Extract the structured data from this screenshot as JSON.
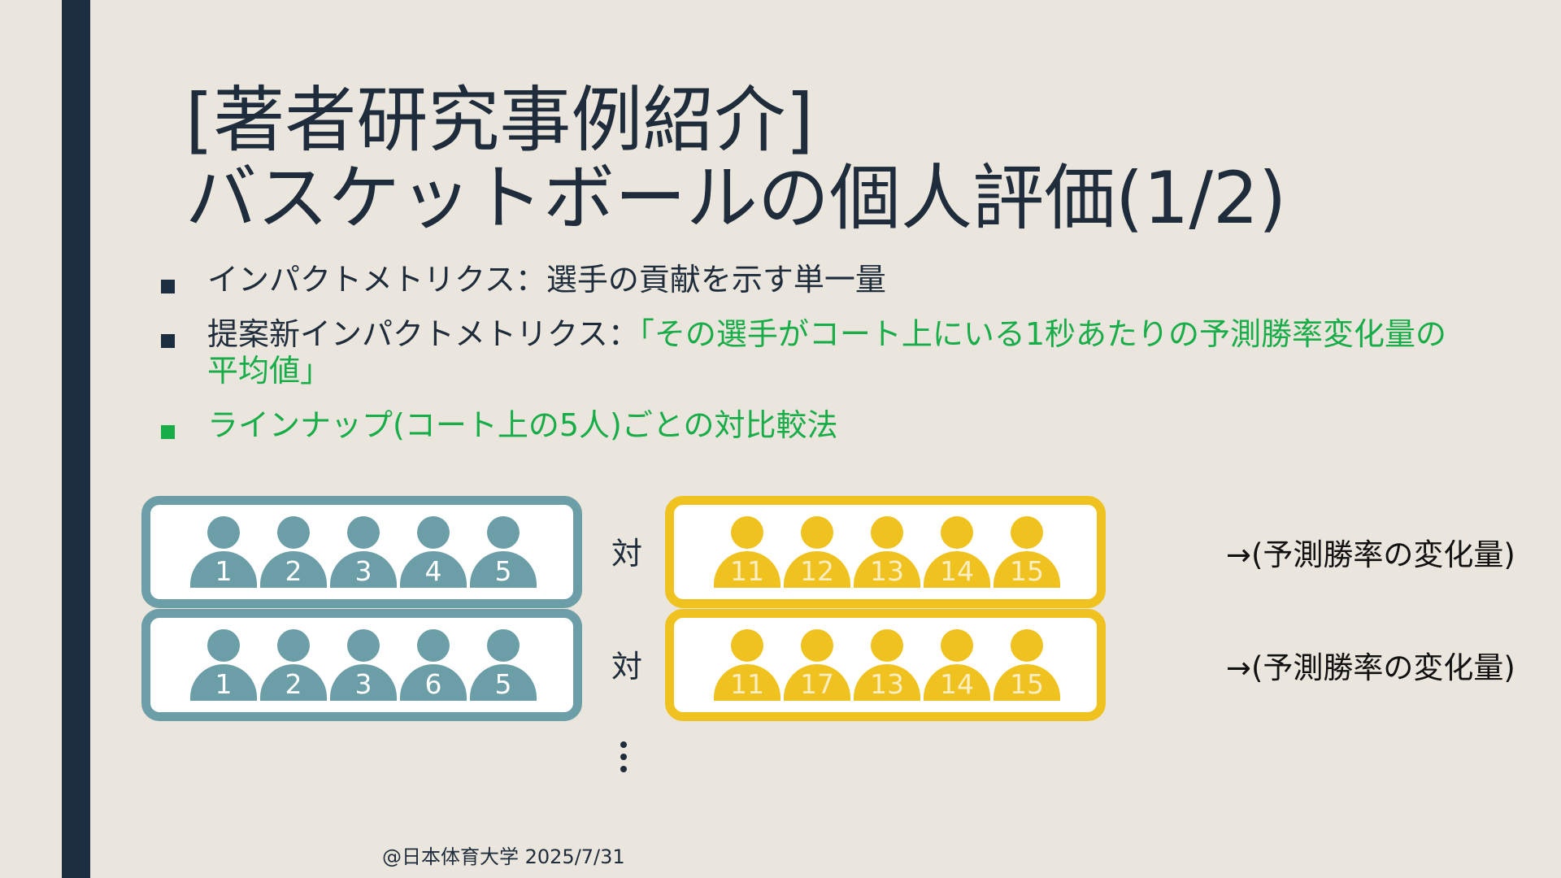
{
  "title": {
    "line1": "[著者研究事例紹介]",
    "line2": "バスケットボールの個人評価(1/2)"
  },
  "bullets": [
    {
      "text": "インパクトメトリクス：選手の貢献を示す単一量"
    },
    {
      "prefix": "提案新インパクトメトリクス：",
      "highlight": "「その選手がコート上にいる1秒あたりの予測勝率変化量の平均値」"
    },
    {
      "text": "ラインナップ(コート上の5人)ごとの対比較法"
    }
  ],
  "lineups": [
    {
      "home": [
        "1",
        "2",
        "3",
        "4",
        "5"
      ],
      "vs": "対",
      "away": [
        "11",
        "12",
        "13",
        "14",
        "15"
      ],
      "result": "→(予測勝率の変化量)"
    },
    {
      "home": [
        "1",
        "2",
        "3",
        "6",
        "5"
      ],
      "vs": "対",
      "away": [
        "11",
        "17",
        "13",
        "14",
        "15"
      ],
      "result": "→(予測勝率の変化量)"
    }
  ],
  "footer": "@日本体育大学 2025/7/31",
  "colors": {
    "accent_green": "#19ad4a",
    "team_blue": "#6b9ea6",
    "team_yellow": "#efc21f",
    "dark_bar": "#1c2d3f"
  }
}
